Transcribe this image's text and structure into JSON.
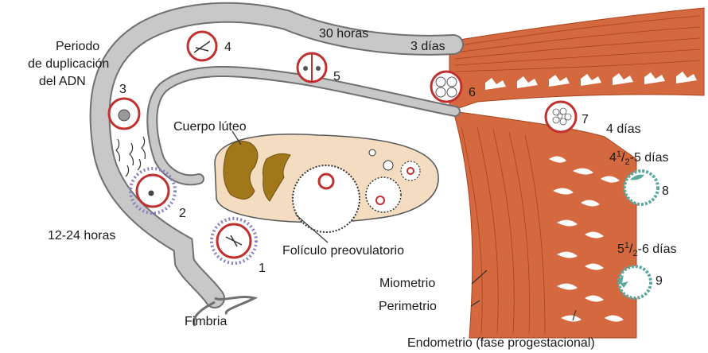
{
  "labels": {
    "periodo_1": "Periodo",
    "periodo_2": "de duplicación",
    "periodo_3": "del ADN",
    "treinta_horas": "30 horas",
    "tres_dias": "3 días",
    "cuerpo_luteo": "Cuerpo lúteo",
    "cuatro_dias": "4 días",
    "cuatro_medio_a": "4",
    "cuatro_medio_b": "1",
    "cuatro_medio_c": "/",
    "cuatro_medio_d": "2",
    "cuatro_medio_e": "-5 días",
    "cinco_medio_a": "5",
    "cinco_medio_b": "1",
    "cinco_medio_c": "/",
    "cinco_medio_d": "2",
    "cinco_medio_e": "-6 días",
    "doce_horas": "12-24 horas",
    "foliculo": "Folículo preovulatorio",
    "miometrio": "Miometrio",
    "perimetrio": "Perimetrio",
    "fimbria": "Fimbria",
    "endometrio": "Endometrio (fase progestacional)"
  },
  "stages": [
    "1",
    "2",
    "3",
    "4",
    "5",
    "6",
    "7",
    "8",
    "9"
  ],
  "colors": {
    "tube_fill": "#c8c8c8",
    "tube_edge": "#707070",
    "muscle": "#d4683f",
    "muscle_dark": "#a9431f",
    "ovary": "#f4dcc0",
    "luteum": "#a0781a",
    "cell_ring": "#c0302f",
    "corona": "#8a7fc0",
    "blastocyst": "#5aa8a0"
  }
}
